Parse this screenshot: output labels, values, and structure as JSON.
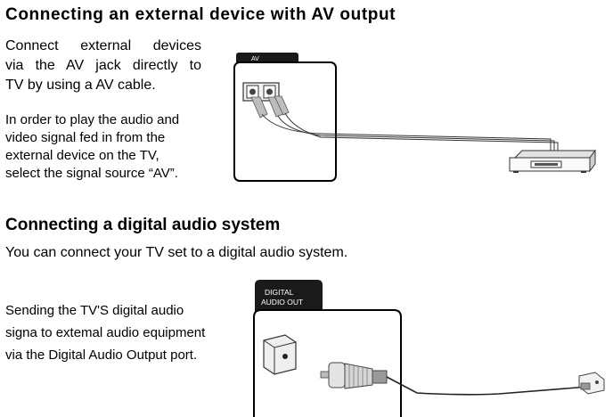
{
  "section_av": {
    "title": "Connecting an external device with AV output",
    "paragraph1": [
      "Connect external devices",
      "via the AV jack directly to",
      "TV by using a AV cable."
    ],
    "paragraph2": [
      "In order to play the audio and",
      "video signal fed in from the",
      "external device on the TV,",
      "select the signal source “AV”."
    ],
    "panel_label": "AV"
  },
  "section_digital": {
    "title": "Connecting a digital audio system",
    "intro": "You can connect your TV set to a digital audio system.",
    "paragraph": [
      "Sending  the TV'S digital audio",
      "signa to extemal audio equipment",
      "via the Digital Audio Output  port."
    ],
    "panel_label": [
      "DIGITAL",
      "AUDIO OUT"
    ]
  }
}
